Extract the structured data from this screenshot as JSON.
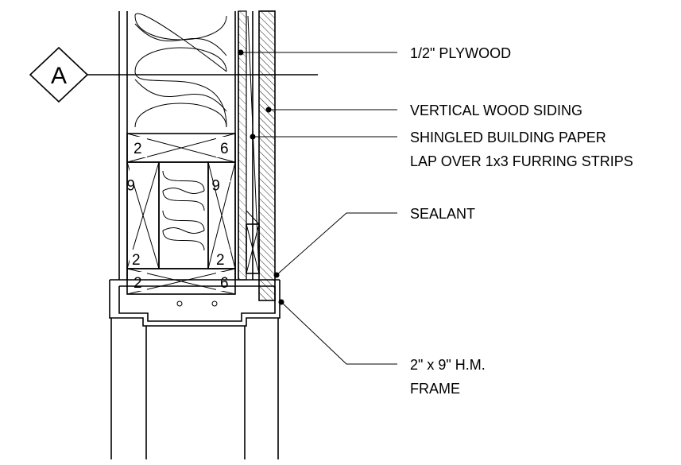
{
  "section_marker": "A",
  "callouts": {
    "plywood": "1/2\" PLYWOOD",
    "siding": "VERTICAL WOOD SIDING",
    "paper_line1": "SHINGLED BUILDING PAPER",
    "paper_line2": "LAP OVER 1x3 FURRING STRIPS",
    "sealant": "SEALANT",
    "frame_line1": "2\" x 9\" H.M.",
    "frame_line2": "FRAME"
  },
  "lumber": {
    "sill_left": "2",
    "sill_right": "6",
    "stud_top_left": "6",
    "stud_top_right": "6",
    "stud_bottom_left": "2",
    "stud_bottom_right": "2",
    "header_left": "2",
    "header_right": "6"
  }
}
